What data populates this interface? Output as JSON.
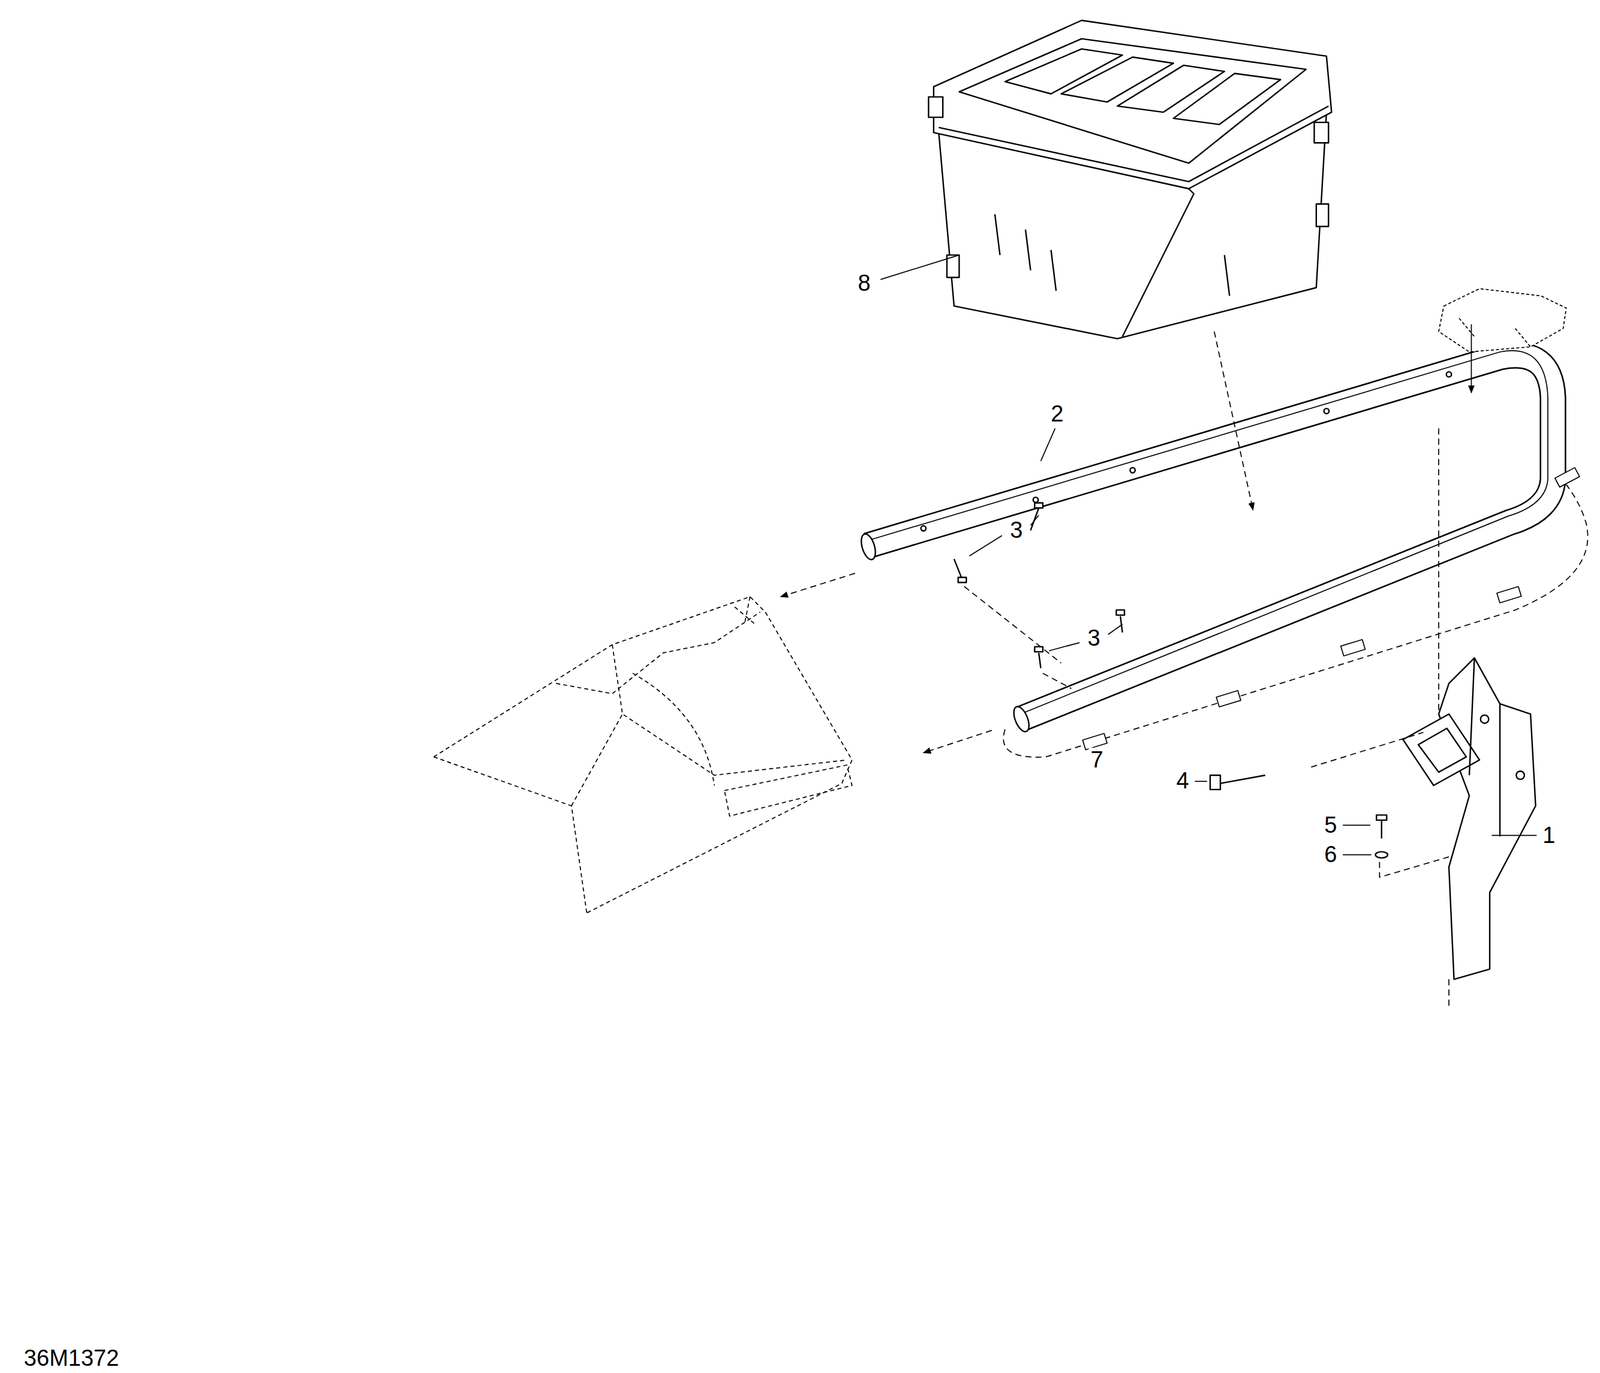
{
  "diagram": {
    "labels": [
      "8",
      "2",
      "3",
      "3",
      "7",
      "4",
      "5",
      "6",
      "1",
      "36M1372"
    ]
  }
}
